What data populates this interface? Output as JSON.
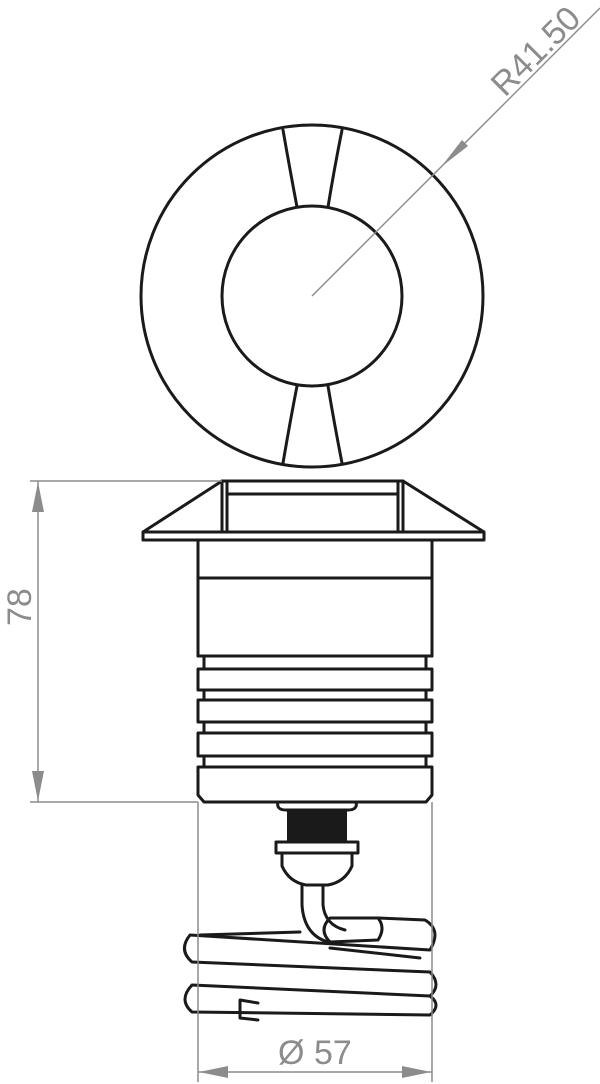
{
  "dimensions": {
    "radius_label": "R41.50",
    "height_label": "78",
    "diameter_label": "57",
    "diameter_symbol": "Ø"
  },
  "colors": {
    "outline": "#1a1a1a",
    "dimension": "#8c8c8c"
  }
}
